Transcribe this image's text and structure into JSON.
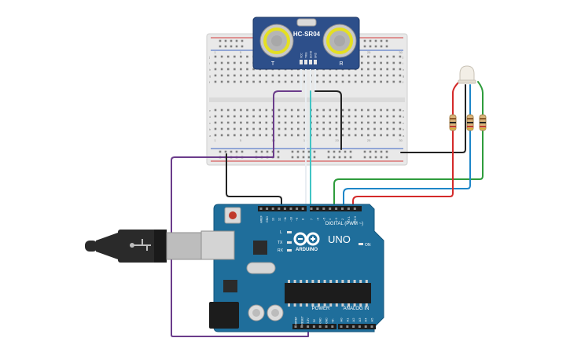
{
  "sensor": {
    "model": "HC-SR04",
    "pins": [
      "VCC",
      "TRIG",
      "ECHO",
      "GND"
    ],
    "left_marker": "T",
    "right_marker": "R"
  },
  "arduino": {
    "brand": "ARDUINO",
    "model": "UNO",
    "digital_header": "DIGITAL (PWM ~)",
    "power_header": "POWER",
    "analog_header": "ANALOG IN",
    "on_label": "ON",
    "led_l": "L",
    "led_tx": "TX",
    "led_rx": "RX",
    "digital_pins": [
      "AREF",
      "GND",
      "13",
      "12",
      "~11",
      "~10",
      "~9",
      "8",
      "7",
      "~6",
      "~5",
      "4",
      "~3",
      "2",
      "TX 1",
      "RX 0"
    ],
    "power_pins": [
      "IOREF",
      "RESET",
      "3.3V",
      "5V",
      "GND",
      "GND",
      "Vin"
    ],
    "analog_pins": [
      "A0",
      "A1",
      "A2",
      "A3",
      "A4",
      "A5"
    ]
  },
  "breadboard": {
    "row_letters_top": [
      "j",
      "i",
      "h",
      "g",
      "f"
    ],
    "row_letters_bottom": [
      "e",
      "d",
      "c",
      "b",
      "a"
    ],
    "column_numbers": [
      "1",
      "5",
      "10",
      "15",
      "20",
      "25",
      "30"
    ]
  },
  "colors": {
    "board_blue": "#1f6e9b",
    "sensor_blue": "#2d4f8a",
    "wire_purple": "#6b3c8b",
    "wire_black": "#222222",
    "wire_red": "#d42a2a",
    "wire_green": "#2e9c3c",
    "wire_blue": "#1d86c8",
    "wire_cyan": "#41c4c4",
    "wire_white": "#e9eef2"
  },
  "icons": {
    "usb_cable": "usb-b-cable-icon",
    "rgb_led": "rgb-led-icon",
    "resistor": "resistor-icon",
    "infinity_logo": "arduino-infinity-logo-icon"
  }
}
